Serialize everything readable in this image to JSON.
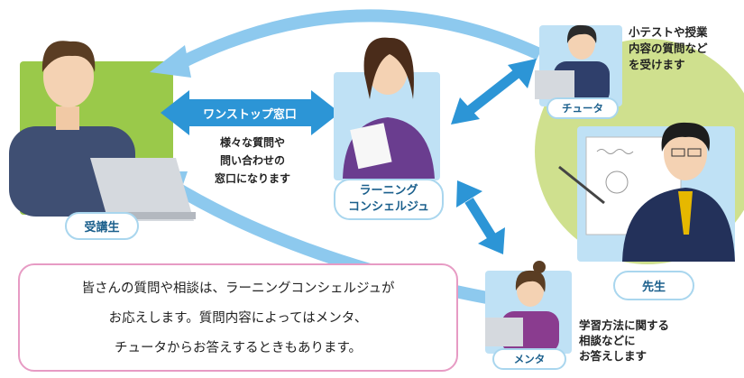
{
  "colors": {
    "arrow": "#2c95d6",
    "arrow_light": "#8dc9ee",
    "green": "#9ac94a",
    "light_green": "#cfe08e",
    "panel_blue": "#bfe1f5",
    "note_border": "#e79bc4"
  },
  "student": {
    "label": "受講生"
  },
  "concierge": {
    "label_line1": "ラーニング",
    "label_line2": "コンシェルジュ"
  },
  "one_stop": {
    "banner": "ワンストップ窓口",
    "desc_line1": "様々な質問や",
    "desc_line2": "問い合わせの",
    "desc_line3": "窓口になります"
  },
  "tutor": {
    "label": "チュータ",
    "desc_line1": "小テストや授業",
    "desc_line2": "内容の質問など",
    "desc_line3": "を受けます"
  },
  "teacher": {
    "label": "先生"
  },
  "mentor": {
    "label": "メンタ",
    "desc_line1": "学習方法に関する",
    "desc_line2": "相談などに",
    "desc_line3": "お答えします"
  },
  "note": {
    "line1": "皆さんの質問や相談は、ラーニングコンシェルジュが",
    "line2": "お応えします。質問内容によってはメンタ、",
    "line3": "チュータからお答えするときもあります。"
  }
}
